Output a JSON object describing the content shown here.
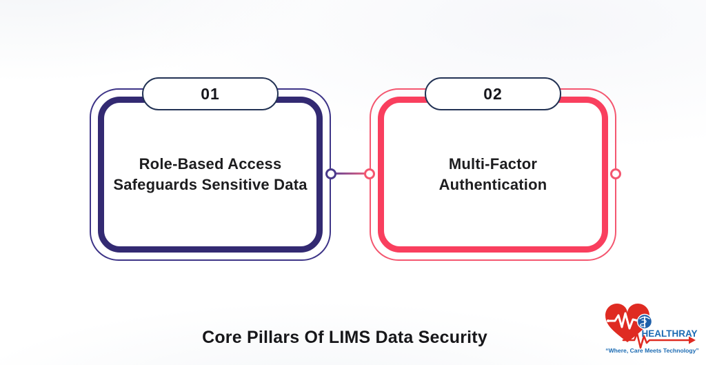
{
  "page": {
    "title": "Core Pillars Of LIMS Data Security"
  },
  "cards": [
    {
      "number": "01",
      "lines": [
        "Role-Based Access",
        "Safeguards Sensitive Data"
      ],
      "accent_color": "#332A72",
      "outline_color": "#3D3487"
    },
    {
      "number": "02",
      "lines": [
        "Multi-Factor",
        "Authentication"
      ],
      "accent_color": "#F93F5E",
      "outline_color": "#F4566F"
    }
  ],
  "badge": {
    "border_color": "#223254"
  },
  "connector": {
    "left_node_color": "#4A3A8C",
    "right_node_color": "#F4566F",
    "line_gradient_start": "#5C4498",
    "line_gradient_end": "#EF647E"
  },
  "logo": {
    "brand": "HEALTHRAY",
    "tagline": "“Where, Care Meets Technology”",
    "icons": [
      "heart-ecg-icon",
      "caduceus-icon",
      "arrow-right-icon"
    ],
    "blue": "#1C6BB3",
    "red": "#DF2B22"
  },
  "text_colors": {
    "card_text": "#1D1D1F",
    "title": "#17171A"
  }
}
